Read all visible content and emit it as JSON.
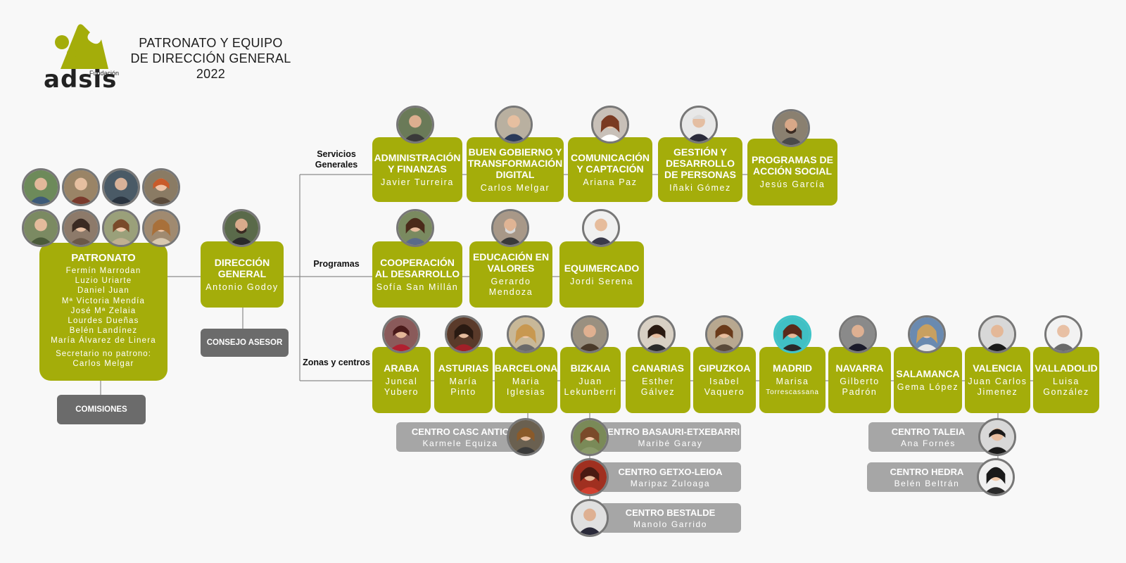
{
  "header": {
    "logo_word": "adsis",
    "logo_small": "Fundación",
    "title": "PATRONATO Y EQUIPO DE DIRECCIÓN GENERAL 2022"
  },
  "patronato": {
    "title": "PATRONATO",
    "members": [
      "Fermín Marrodan",
      "Luzio Uriarte",
      "Daniel Juan",
      "Mª Victoria Mendía",
      "José Mª Zelaia",
      "Lourdes Dueñas",
      "Belén Landínez",
      "María Álvarez de Linera"
    ],
    "secretary_label": "Secretario no patrono:",
    "secretary": "Carlos Melgar"
  },
  "comisiones": "COMISIONES",
  "direccion": {
    "title": "DIRECCIÓN GENERAL",
    "name": "Antonio Godoy"
  },
  "consejo": "CONSEJO ASESOR",
  "rows": {
    "servicios": "Servicios Generales",
    "programas": "Programas",
    "zonas": "Zonas y centros"
  },
  "servicios": [
    {
      "title": "ADMINISTRACIÓN Y FINANZAS",
      "name": "Javier Turreira"
    },
    {
      "title": "BUEN GOBIERNO Y TRANSFORMACIÓN DIGITAL",
      "name": "Carlos Melgar"
    },
    {
      "title": "COMUNICACIÓN Y CAPTACIÓN",
      "name": "Ariana Paz"
    },
    {
      "title": "GESTIÓN Y DESARROLLO DE PERSONAS",
      "name": "Iñaki Gómez"
    },
    {
      "title": "PROGRAMAS DE ACCIÓN SOCIAL",
      "name": "Jesús García"
    }
  ],
  "programas": [
    {
      "title": "COOPERACIÓN AL DESARROLLO",
      "name": "Sofía San Millán"
    },
    {
      "title": "EDUCACIÓN EN VALORES",
      "name": "Gerardo Mendoza"
    },
    {
      "title": "EQUIMERCADO",
      "name": "Jordi Serena"
    }
  ],
  "zonas": [
    {
      "title": "ARABA",
      "name": "Juncal Yubero"
    },
    {
      "title": "ASTURIAS",
      "name": "María Pinto"
    },
    {
      "title": "BARCELONA",
      "name": "Maria Iglesias"
    },
    {
      "title": "BIZKAIA",
      "name": "Juan Lekunberri"
    },
    {
      "title": "CANARIAS",
      "name": "Esther Gálvez"
    },
    {
      "title": "GIPUZKOA",
      "name": "Isabel Vaquero"
    },
    {
      "title": "MADRID",
      "name": "Marisa",
      "name2": "Torrescassana"
    },
    {
      "title": "NAVARRA",
      "name": "Gilberto Padrón"
    },
    {
      "title": "SALAMANCA",
      "name": "Gema López"
    },
    {
      "title": "VALENCIA",
      "name": "Juan Carlos Jimenez"
    },
    {
      "title": "VALLADOLID",
      "name": "Luisa González"
    }
  ],
  "centros": [
    {
      "title": "CENTRO CASC ANTIC",
      "name": "Karmele Equiza"
    },
    {
      "title": "CENTRO BASAURI-ETXEBARRI",
      "name": "Maribé Garay"
    },
    {
      "title": "CENTRO GETXO-LEIOA",
      "name": "Maripaz Zuloaga"
    },
    {
      "title": "CENTRO BESTALDE",
      "name": "Manolo Garrido"
    },
    {
      "title": "CENTRO TALEIA",
      "name": "Ana Fornés"
    },
    {
      "title": "CENTRO HEDRA",
      "name": "Belén Beltrán"
    }
  ],
  "colors": {
    "green": "#a4ad0a",
    "dark_gray": "#6b6b6b",
    "light_gray": "#a6a6a6",
    "avatar_ring": "#777777"
  }
}
